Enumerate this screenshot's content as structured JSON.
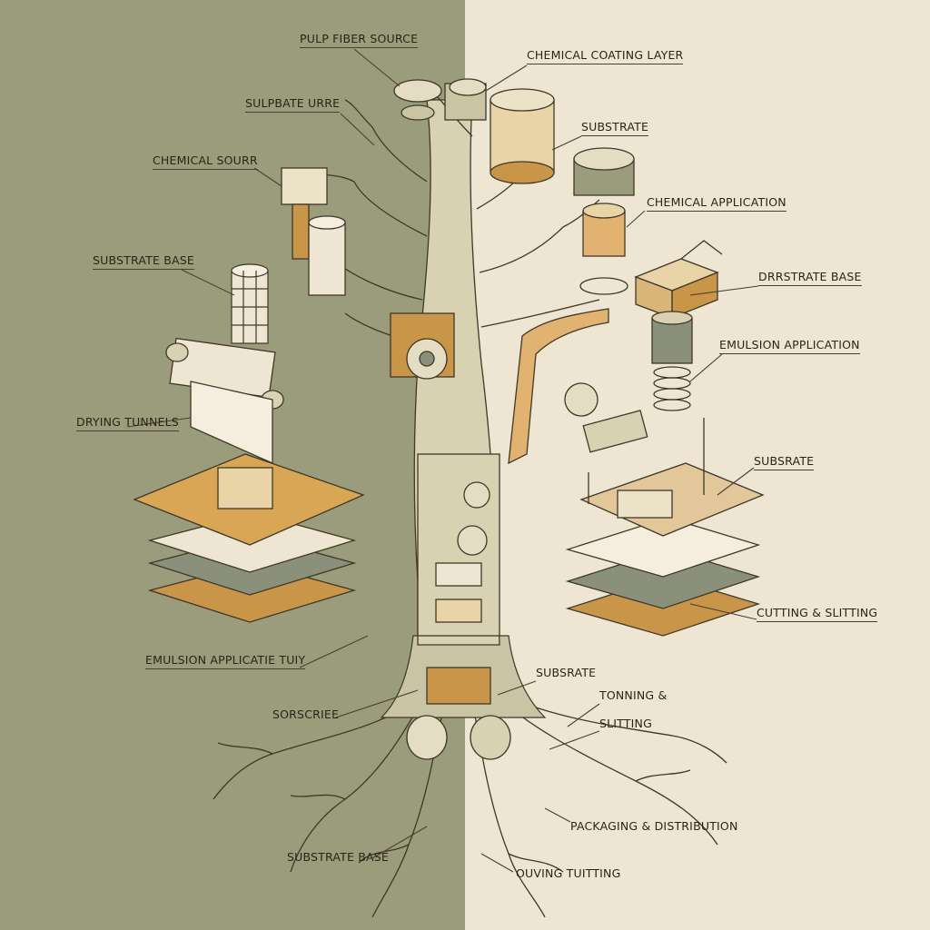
{
  "diagram": {
    "colors": {
      "left_background": "#9a9c7b",
      "right_background": "#efe5d3",
      "trunk": "#d8d2b3",
      "accent_orange": "#c99649",
      "line_dark": "#4a4030",
      "grey_green": "#8b907a"
    },
    "labels": {
      "pulp_fiber_source": "PULP FIBER SOURCE",
      "chemical_coating_layer": "CHEMICAL COATING LAYER",
      "sulpbate_urre": "SULPBATE URRE",
      "substrate_top_right": "SUBSTRATE",
      "chemical_sourr": "CHEMICAL SOURR",
      "chemical_application": "CHEMICAL APPLICATION",
      "substrate_base_left": "SUBSTRATE BASE",
      "drrstrate_base": "DRRSTRATE BASE",
      "emulsion_application": "EMULSION APPLICATION",
      "drying_tunnels": "DRYING TUNNELS",
      "subsrate_right": "SUBSRATE",
      "cutting_slitting": "CUTTING & SLITTING",
      "emulsion_applicatie_tuiy": "EMULSION APPLICATIE TUIY",
      "subsrate_bottom": "SUBSRATE",
      "sorscriee": "SORSCRIEE",
      "tonning": "TONNING &",
      "slitting": "SLITTING",
      "packaging_distribution": "PACKAGING & DISTRIBUTION",
      "substrate_base_bottom": "SUBSTRATE BASE",
      "ouving_tuitting": "OUVING TUITTING"
    }
  }
}
